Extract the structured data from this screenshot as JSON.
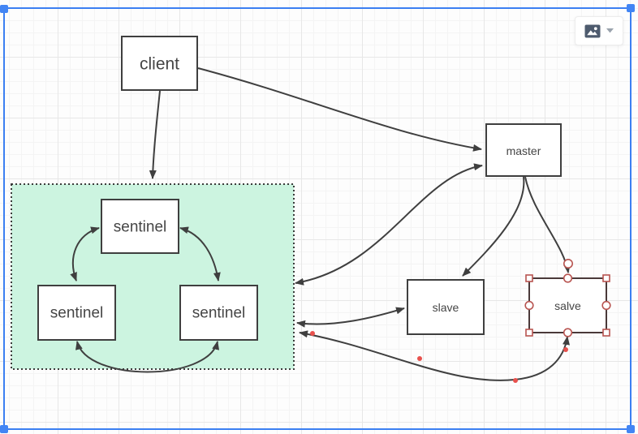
{
  "app": {
    "view": "diagram-canvas"
  },
  "toolbar": {
    "image_button": {
      "icon": "image-icon",
      "caret_icon": "caret-down-icon"
    }
  },
  "diagram": {
    "nodes": {
      "client": {
        "label": "client"
      },
      "master": {
        "label": "master"
      },
      "slave": {
        "label": "slave"
      },
      "salve": {
        "label": "salve"
      },
      "sentinel_top": {
        "label": "sentinel"
      },
      "sentinel_left": {
        "label": "sentinel"
      },
      "sentinel_right": {
        "label": "sentinel"
      }
    },
    "groups": {
      "sentinel_group": {
        "label": ""
      }
    },
    "selection": {
      "selected_node": "salve",
      "selected_edge": "sentinel-group-to-salve"
    }
  },
  "colors": {
    "selection_blue": "#4285f4",
    "selection_outline_blue": "#3b7ff2",
    "container_fill": "#ccf4e0",
    "container_stroke": "#3b3b3b",
    "shape_stroke": "#3f3f3f",
    "edge_stroke": "#3f3f3f",
    "handle_stroke": "#b85450",
    "waypoint_red": "#e8514d",
    "canvas_bg": "#fdfdfd"
  }
}
